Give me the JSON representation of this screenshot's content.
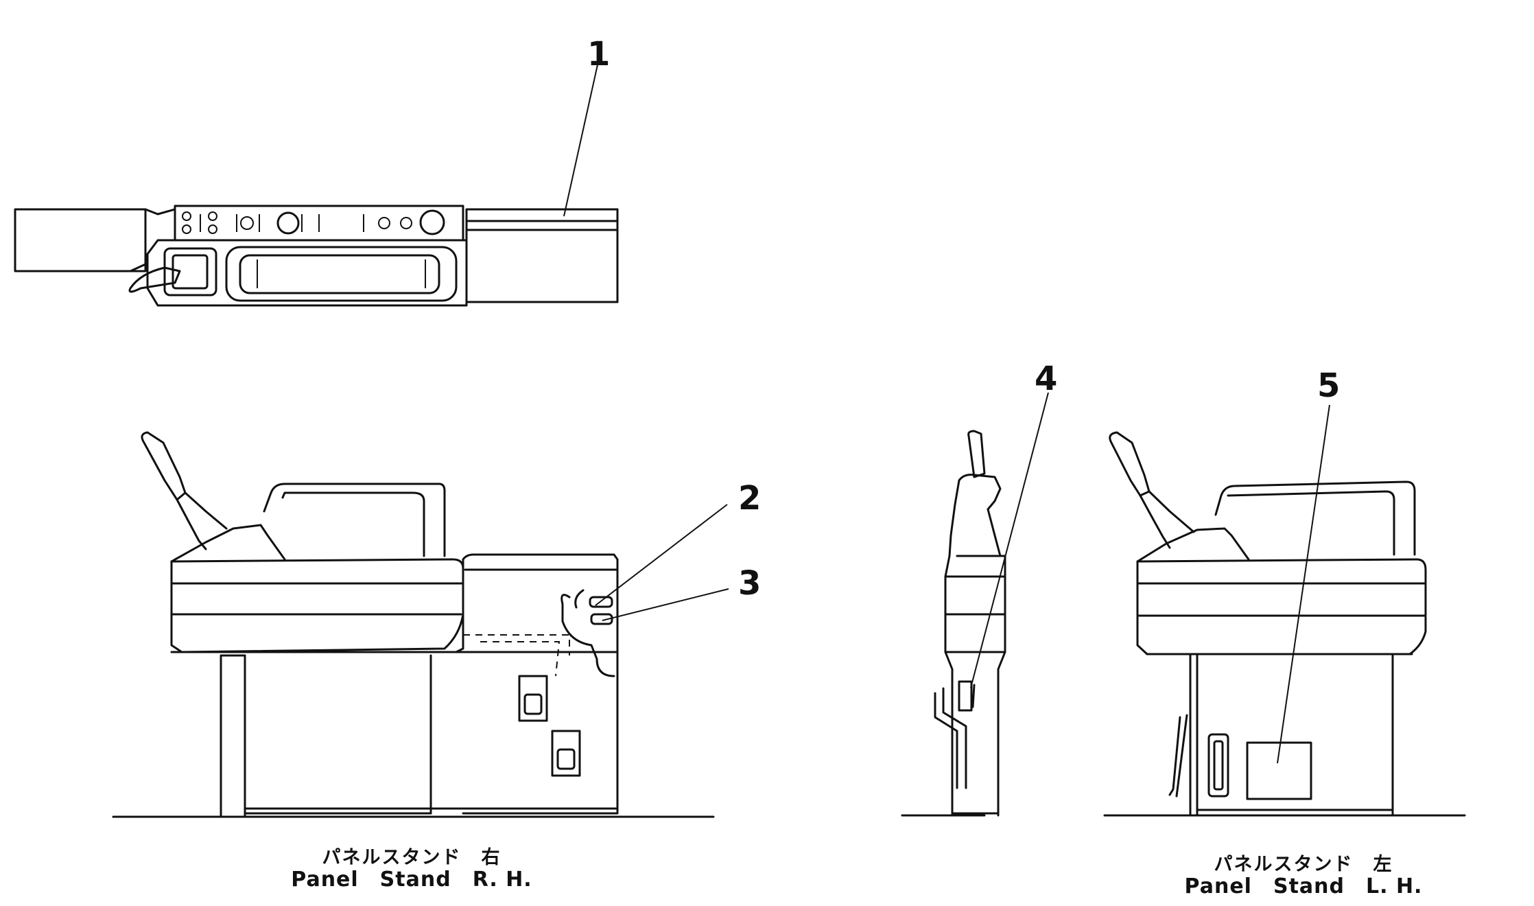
{
  "callouts": {
    "c1": "1",
    "c2": "2",
    "c3": "3",
    "c4": "4",
    "c5": "5"
  },
  "captions": {
    "right": {
      "jp": "パネルスタンド　右",
      "en": "Panel　Stand　R. H."
    },
    "left": {
      "jp": "パネルスタンド　左",
      "en": "Panel　Stand　L. H."
    }
  },
  "colors": {
    "ink": "#111111",
    "paper": "#ffffff"
  }
}
